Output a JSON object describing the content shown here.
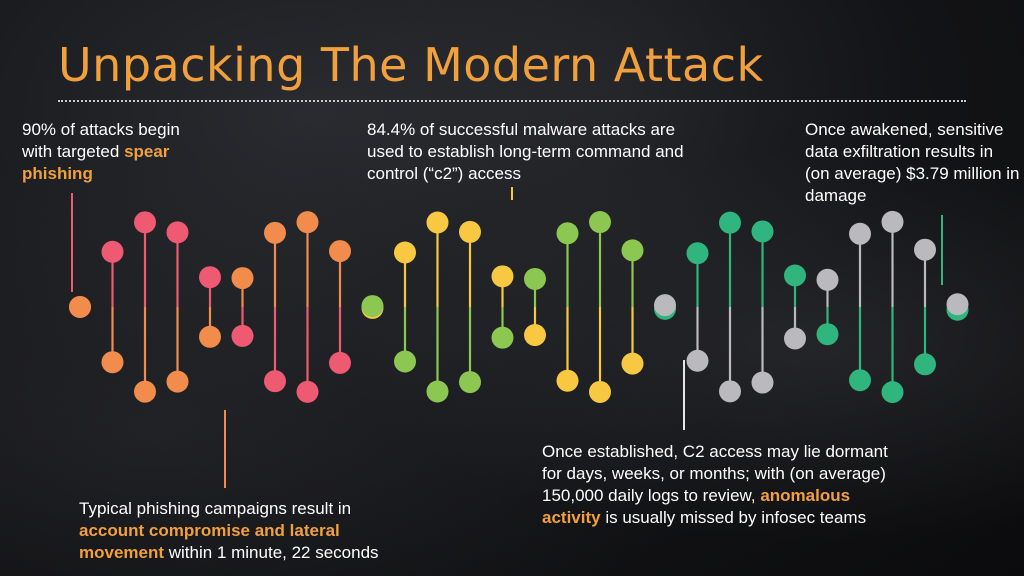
{
  "title": "Unpacking The Modern Attack",
  "callouts": {
    "c1": {
      "pre": "90% of attacks begin with targeted ",
      "highlight": "spear phishing",
      "post": ""
    },
    "c2": {
      "text": "84.4% of successful malware attacks are used to establish long-term command and control (“c2”) access"
    },
    "c3": {
      "text": "Once awakened, sensitive data exfiltration results in (on average) $3.79 million in damage"
    },
    "c4": {
      "pre": "Typical phishing campaigns result in ",
      "highlight": "account compromise and lateral movement",
      "post": " within 1 minute, 22 seconds"
    },
    "c5": {
      "pre": "Once established, C2 access may lie dormant for days, weeks, or months; with (on average) 150,000 daily logs to review, ",
      "highlight": "anomalous activity",
      "post": " is usually missed by infosec teams"
    }
  },
  "colors": {
    "title": "#f0a03c",
    "highlight": "#f0a03c",
    "helix_segments": [
      {
        "top": "#ee5a72",
        "bottom": "#f28c4c"
      },
      {
        "top": "#f8c843",
        "bottom": "#8cc752"
      },
      {
        "top": "#2fb57d",
        "bottom": "#b9b9be"
      }
    ]
  }
}
